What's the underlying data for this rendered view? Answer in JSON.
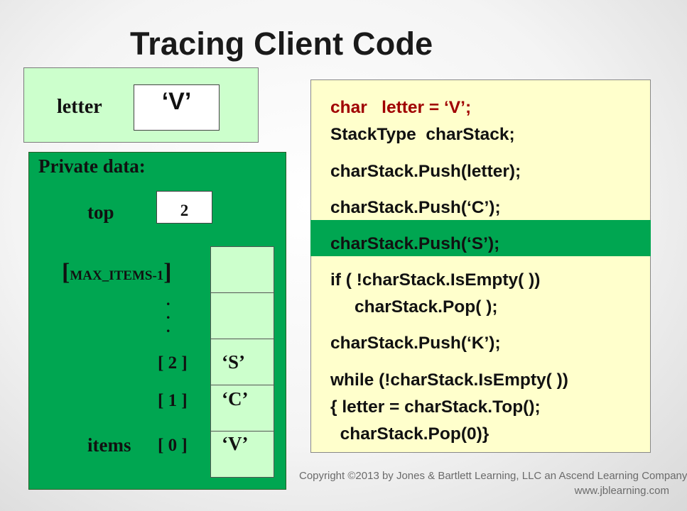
{
  "title": "Tracing Client Code",
  "letter_var": {
    "label": "letter",
    "value": "‘V’"
  },
  "private_data": {
    "heading": "Private data:",
    "top": {
      "label": "top",
      "value": "2"
    },
    "max_label": {
      "open": "[",
      "text": "MAX_ITEMS-1",
      "close": "]"
    },
    "ellipsis": [
      ".",
      ".",
      "."
    ],
    "items_label": "items",
    "cells": [
      {
        "index": "[ 2 ]",
        "value": "‘S’"
      },
      {
        "index": "[ 1 ]",
        "value": "‘C’"
      },
      {
        "index": "[ 0 ]",
        "value": "‘V’"
      }
    ]
  },
  "code": {
    "line1": "char   letter = ‘V’;",
    "line2": "StackType  charStack;",
    "line3": "charStack.Push(letter);",
    "line4": "charStack.Push(‘C’);",
    "line5": "charStack.Push(‘S’);",
    "line6": "if ( !charStack.IsEmpty( ))",
    "line7": "     charStack.Pop( );",
    "line8": "charStack.Push(‘K’);",
    "line9": "while (!charStack.IsEmpty( ))",
    "line10": "{ letter = charStack.Top();",
    "line11": "  charStack.Pop(0)}"
  },
  "colors": {
    "highlight": "#00a651",
    "code_background": "#ffffcc",
    "cell_background": "#ccffcc",
    "declaration_text": "#a00000"
  },
  "copyright": {
    "line1": "Copyright ©2013 by Jones & Bartlett Learning, LLC an Ascend Learning Company",
    "line2": "www.jblearning.com"
  }
}
